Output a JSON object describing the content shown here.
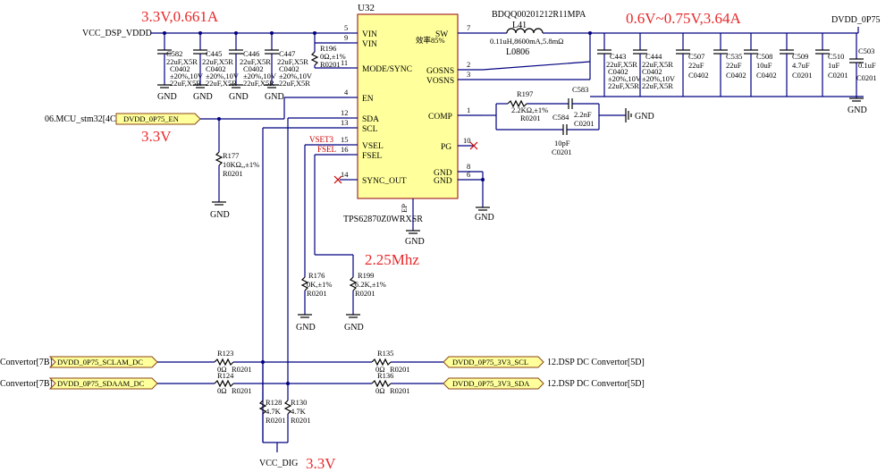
{
  "annotations": {
    "vin_spec": "3.3V,0.661A",
    "vout_spec": "0.6V~0.75V,3.64A",
    "en_voltage": "3.3V",
    "freq": "2.25Mhz",
    "vcc_dig_voltage": "3.3V"
  },
  "nets": {
    "vcc_dsp_vddd": "VCC_DSP_VDDD",
    "dvdd_0p75": "DVDD_0P75",
    "vcc_dig": "VCC_DIG",
    "gnd": "GND",
    "vset3": "VSET3",
    "fsel": "FSEL",
    "mcu_ref": "06.MCU_stm32[4C]",
    "en_port": "DVDD_0P75_EN",
    "scl_in_ref": "Convertor[7B]",
    "scl_in_port": "DVDD_0P75_SCLAM_DC",
    "sda_in_ref": "Convertor[7B]",
    "sda_in_port": "DVDD_0P75_SDAAM_DC",
    "scl_out_port": "DVDD_0P75_3V3_SCL",
    "scl_out_ref": "12.DSP DC Convertor[5D]",
    "sda_out_port": "DVDD_0P75_3V3_SDA",
    "sda_out_ref": "12.DSP DC Convertor[5D]"
  },
  "ic": {
    "designator": "U32",
    "part": "TPS62870Z0WRXSR",
    "ep": "EP",
    "efficiency": "效率85%",
    "pins_left": [
      {
        "num": "5",
        "name": "VIN"
      },
      {
        "num": "9",
        "name": "VIN"
      },
      {
        "num": "11",
        "name": "MODE/SYNC"
      },
      {
        "num": "4",
        "name": "EN"
      },
      {
        "num": "12",
        "name": "SDA"
      },
      {
        "num": "13",
        "name": "SCL"
      },
      {
        "num": "15",
        "name": "VSEL"
      },
      {
        "num": "16",
        "name": "FSEL"
      },
      {
        "num": "14",
        "name": "SYNC_OUT"
      }
    ],
    "pins_right": [
      {
        "num": "7",
        "name": "SW"
      },
      {
        "num": "2",
        "name": "GOSNS"
      },
      {
        "num": "3",
        "name": "VOSNS"
      },
      {
        "num": "1",
        "name": "COMP"
      },
      {
        "num": "10",
        "name": "PG"
      },
      {
        "num": "8",
        "name": "GND"
      },
      {
        "num": "6",
        "name": "GND"
      }
    ]
  },
  "inductor": {
    "des": "L41",
    "part": "BDQQ00201212R11MPA",
    "spec": "0.11uH,8600mA,5.8mΩ",
    "pkg": "L0806"
  },
  "caps_in": [
    {
      "des": "C582",
      "val": "22uF,X5R",
      "pkg": "C0402",
      "tol": "±20%,10V",
      "note": "22uF,X5R"
    },
    {
      "des": "C445",
      "val": "22uF,X5R",
      "pkg": "C0402",
      "tol": "±20%,10V",
      "note": "22uF,X5R"
    },
    {
      "des": "C446",
      "val": "22uF,X5R",
      "pkg": "C0402",
      "tol": "±20%,10V",
      "note": "22uF,X5R"
    },
    {
      "des": "C447",
      "val": "22uF,X5R",
      "pkg": "C0402",
      "tol": "±20%,10V",
      "note": "22uF,X5R"
    }
  ],
  "caps_out": [
    {
      "des": "C443",
      "val": "22uF,X5R",
      "pkg": "C0402",
      "tol": "±20%,10V",
      "note": "22uF,X5R"
    },
    {
      "des": "C444",
      "val": "22uF,X5R",
      "pkg": "C0402",
      "tol": "±20%,10V",
      "note": "22uF,X5R"
    },
    {
      "des": "C507",
      "val": "22uF",
      "pkg": "C0402"
    },
    {
      "des": "C535",
      "val": "22uF",
      "pkg": "C0402"
    },
    {
      "des": "C508",
      "val": "10uF",
      "pkg": "C0402"
    },
    {
      "des": "C509",
      "val": "4.7uF",
      "pkg": "C0201"
    },
    {
      "des": "C510",
      "val": "1uF",
      "pkg": "C0201"
    },
    {
      "des": "C503",
      "val": "0.1uF",
      "pkg": "C0201"
    }
  ],
  "resistors": {
    "r196": {
      "des": "R196",
      "val": "0Ω,±1%",
      "pkg": "R0201"
    },
    "r177": {
      "des": "R177",
      "val": "10KΩ,,±1%",
      "pkg": "R0201"
    },
    "r197": {
      "des": "R197",
      "val": "2.2KΩ,±1%",
      "pkg": "R0201"
    },
    "r176": {
      "des": "R176",
      "val": "0K,±1%",
      "pkg": "R0201"
    },
    "r199": {
      "des": "R199",
      "val": "6.2K,±1%",
      "pkg": "R0201"
    },
    "r123": {
      "des": "R123",
      "val": "0Ω",
      "pkg": "R0201"
    },
    "r124": {
      "des": "R124",
      "val": "0Ω",
      "pkg": "R0201"
    },
    "r135": {
      "des": "R135",
      "val": "0Ω",
      "pkg": "R0201"
    },
    "r136": {
      "des": "R136",
      "val": "0Ω",
      "pkg": "R0201"
    },
    "r128": {
      "des": "R128",
      "val": "4.7K",
      "pkg": "R0201"
    },
    "r130": {
      "des": "R130",
      "val": "4.7K",
      "pkg": "R0201"
    }
  },
  "comp_caps": {
    "c583": {
      "des": "C583",
      "val": "2.2nF",
      "pkg": "C0201"
    },
    "c584": {
      "des": "C584",
      "val": "10pF",
      "pkg": "C0201"
    }
  }
}
